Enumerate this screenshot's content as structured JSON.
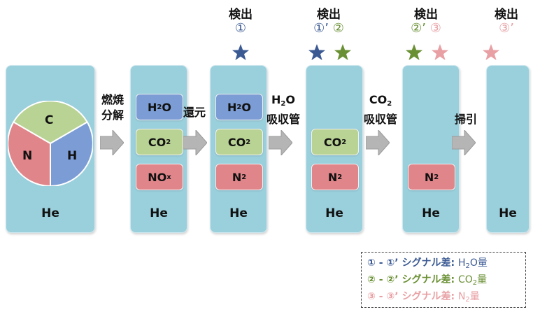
{
  "sample": {
    "c": "C",
    "n": "N",
    "h": "H",
    "carrier": "He"
  },
  "steps": {
    "combustion_1": "燃焼",
    "combustion_2": "分解",
    "reduction": "還元",
    "h2o_trap_1_main": "H",
    "h2o_trap_1_sub": "2",
    "h2o_trap_1_tail": "O",
    "h2o_trap_2": "吸収管",
    "co2_trap_1_main": "CO",
    "co2_trap_1_sub": "2",
    "co2_trap_2": "吸収管",
    "purge": "掃引"
  },
  "columns": [
    {
      "carrier": "He"
    },
    {
      "carrier": "He",
      "gas1_main": "H",
      "gas1_sub": "2",
      "gas1_tail": "O",
      "gas2_main": "CO",
      "gas2_sub": "2",
      "gas3_main": "NO",
      "gas3_sub": "x"
    },
    {
      "carrier": "He",
      "gas1_main": "H",
      "gas1_sub": "2",
      "gas1_tail": "O",
      "gas2_main": "CO",
      "gas2_sub": "2",
      "gas3_main": "N",
      "gas3_sub": "2"
    },
    {
      "carrier": "He",
      "gas2_main": "CO",
      "gas2_sub": "2",
      "gas3_main": "N",
      "gas3_sub": "2"
    },
    {
      "carrier": "He",
      "gas3_main": "N",
      "gas3_sub": "2"
    },
    {
      "carrier": "He"
    }
  ],
  "detections": [
    {
      "label": "検出",
      "marks_a": "①",
      "marks_b": ""
    },
    {
      "label": "検出",
      "marks_a": "①’",
      "marks_b": "②"
    },
    {
      "label": "検出",
      "marks_a": "②’",
      "marks_b": "③"
    },
    {
      "label": "検出",
      "marks_a": "③’",
      "marks_b": ""
    }
  ],
  "legend": {
    "row1_prefix": "① - ①’ シグナル差:",
    "row1_main": "H",
    "row1_sub": "2",
    "row1_tail": "O量",
    "row2_prefix": "② - ②’ シグナル差:",
    "row2_main": "CO",
    "row2_sub": "2",
    "row2_tail": "量",
    "row3_prefix": "③ - ③’ シグナル差:",
    "row3_main": "N",
    "row3_sub": "2",
    "row3_tail": "量"
  },
  "colors": {
    "column_fill": "#9acfdc",
    "h2o": "#7b9cd4",
    "co2": "#b8d394",
    "n": "#e0858a",
    "star_blue": "#3b5a93",
    "star_green": "#6a9034",
    "star_pink": "#e8a0a4",
    "arrow": "#b5b5b5"
  }
}
